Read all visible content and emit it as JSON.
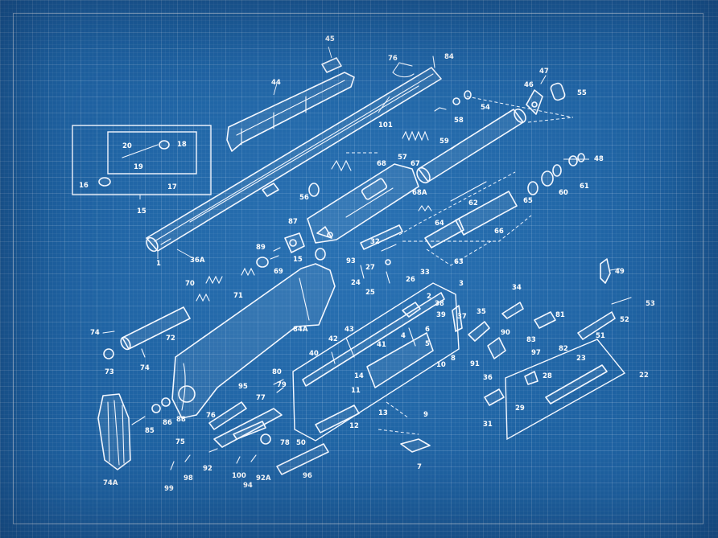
{
  "diagram": {
    "background_color": "#1f63a3",
    "line_color": "#f4f8ff",
    "parts": [
      {
        "id": "barrel",
        "label": "1"
      },
      {
        "id": "rib",
        "label": "44"
      },
      {
        "id": "front-sight",
        "label": "45"
      },
      {
        "id": "barrel-ring",
        "label": "76"
      },
      {
        "id": "sight-bead",
        "label": "84"
      },
      {
        "id": "receiver-label",
        "label": "101"
      },
      {
        "id": "action-spring",
        "label": "58"
      },
      {
        "id": "plug",
        "label": "54"
      },
      {
        "id": "mag-tube",
        "label": "59"
      },
      {
        "id": "cap-small",
        "label": "46"
      },
      {
        "id": "screw-small",
        "label": "47"
      },
      {
        "id": "cap-nut",
        "label": "55"
      },
      {
        "id": "piston",
        "label": "57"
      },
      {
        "id": "bolt-body",
        "label": "68"
      },
      {
        "id": "bolt-handle",
        "label": "67"
      },
      {
        "id": "bolt-slide",
        "label": "68A"
      },
      {
        "id": "ring-a",
        "label": "48"
      },
      {
        "id": "ring-b",
        "label": "61"
      },
      {
        "id": "ring-c",
        "label": "60"
      },
      {
        "id": "ring-d",
        "label": "65"
      },
      {
        "id": "pin-62",
        "label": "62"
      },
      {
        "id": "pin-64",
        "label": "64"
      },
      {
        "id": "tube-66",
        "label": "66"
      },
      {
        "id": "pin-63",
        "label": "63"
      },
      {
        "id": "buffer",
        "label": "56"
      },
      {
        "id": "latch",
        "label": "87"
      },
      {
        "id": "pin-89",
        "label": "89"
      },
      {
        "id": "screw-15b",
        "label": "15"
      },
      {
        "id": "pin-93",
        "label": "93"
      },
      {
        "id": "link-32",
        "label": "32"
      },
      {
        "id": "pin-33",
        "label": "33"
      },
      {
        "id": "pin-27",
        "label": "27"
      },
      {
        "id": "pin-24",
        "label": "24"
      },
      {
        "id": "pin-25",
        "label": "25"
      },
      {
        "id": "pin-26",
        "label": "26"
      },
      {
        "id": "spring-69",
        "label": "69"
      },
      {
        "id": "spring-70",
        "label": "70"
      },
      {
        "id": "spring-71",
        "label": "71"
      },
      {
        "id": "tube-72",
        "label": "72"
      },
      {
        "id": "nut-73",
        "label": "73"
      },
      {
        "id": "screw-74",
        "label": "74"
      },
      {
        "id": "screw-74b",
        "label": "74"
      },
      {
        "id": "stock",
        "label": "84A"
      },
      {
        "id": "buttplate",
        "label": "74A"
      },
      {
        "id": "screw-85",
        "label": "85"
      },
      {
        "id": "washer-86",
        "label": "86"
      },
      {
        "id": "washer-88",
        "label": "88"
      },
      {
        "id": "inset-box-label",
        "label": "15"
      },
      {
        "id": "inset-16",
        "label": "16"
      },
      {
        "id": "inset-17",
        "label": "17"
      },
      {
        "id": "inset-18",
        "label": "18"
      },
      {
        "id": "inset-19",
        "label": "19"
      },
      {
        "id": "inset-20",
        "label": "20"
      },
      {
        "id": "screw-36a",
        "label": "36A"
      },
      {
        "id": "trigger-guard",
        "label": "3"
      },
      {
        "id": "pin-2",
        "label": "2"
      },
      {
        "id": "pin-38",
        "label": "38"
      },
      {
        "id": "pin-39",
        "label": "39"
      },
      {
        "id": "pin-37",
        "label": "37"
      },
      {
        "id": "pin-6",
        "label": "6"
      },
      {
        "id": "pin-4",
        "label": "4"
      },
      {
        "id": "pin-5",
        "label": "5"
      },
      {
        "id": "pin-41",
        "label": "41"
      },
      {
        "id": "pin-43",
        "label": "43"
      },
      {
        "id": "pin-42",
        "label": "42"
      },
      {
        "id": "pin-40",
        "label": "40"
      },
      {
        "id": "pin-8",
        "label": "8"
      },
      {
        "id": "pin-10",
        "label": "10"
      },
      {
        "id": "pin-14",
        "label": "14"
      },
      {
        "id": "pin-11",
        "label": "11"
      },
      {
        "id": "pin-9",
        "label": "9"
      },
      {
        "id": "pin-13",
        "label": "13"
      },
      {
        "id": "pin-12",
        "label": "12"
      },
      {
        "id": "follower-7",
        "label": "7"
      },
      {
        "id": "hammer-35",
        "label": "35"
      },
      {
        "id": "pin-90",
        "label": "90"
      },
      {
        "id": "sear-34",
        "label": "34"
      },
      {
        "id": "pin-81",
        "label": "81"
      },
      {
        "id": "pin-83",
        "label": "83"
      },
      {
        "id": "pin-82",
        "label": "82"
      },
      {
        "id": "pin-97",
        "label": "97"
      },
      {
        "id": "pin-91",
        "label": "91"
      },
      {
        "id": "pin-36",
        "label": "36"
      },
      {
        "id": "latch-49",
        "label": "49"
      },
      {
        "id": "pin-53",
        "label": "53"
      },
      {
        "id": "pin-52",
        "label": "52"
      },
      {
        "id": "pin-51",
        "label": "51"
      },
      {
        "id": "pin-23",
        "label": "23"
      },
      {
        "id": "pin-22",
        "label": "22"
      },
      {
        "id": "pin-28",
        "label": "28"
      },
      {
        "id": "pin-29",
        "label": "29"
      },
      {
        "id": "pin-31",
        "label": "31"
      },
      {
        "id": "pin-80",
        "label": "80"
      },
      {
        "id": "pin-79",
        "label": "79"
      },
      {
        "id": "pin-77",
        "label": "77"
      },
      {
        "id": "pin-95",
        "label": "95"
      },
      {
        "id": "pin-76b",
        "label": "76"
      },
      {
        "id": "pin-75",
        "label": "75"
      },
      {
        "id": "pin-78",
        "label": "78"
      },
      {
        "id": "pin-50",
        "label": "50"
      },
      {
        "id": "pin-92",
        "label": "92"
      },
      {
        "id": "pin-98",
        "label": "98"
      },
      {
        "id": "pin-99",
        "label": "99"
      },
      {
        "id": "pin-100",
        "label": "100"
      },
      {
        "id": "pin-94",
        "label": "94"
      },
      {
        "id": "pin-92a",
        "label": "92A"
      },
      {
        "id": "pin-96",
        "label": "96"
      }
    ]
  }
}
